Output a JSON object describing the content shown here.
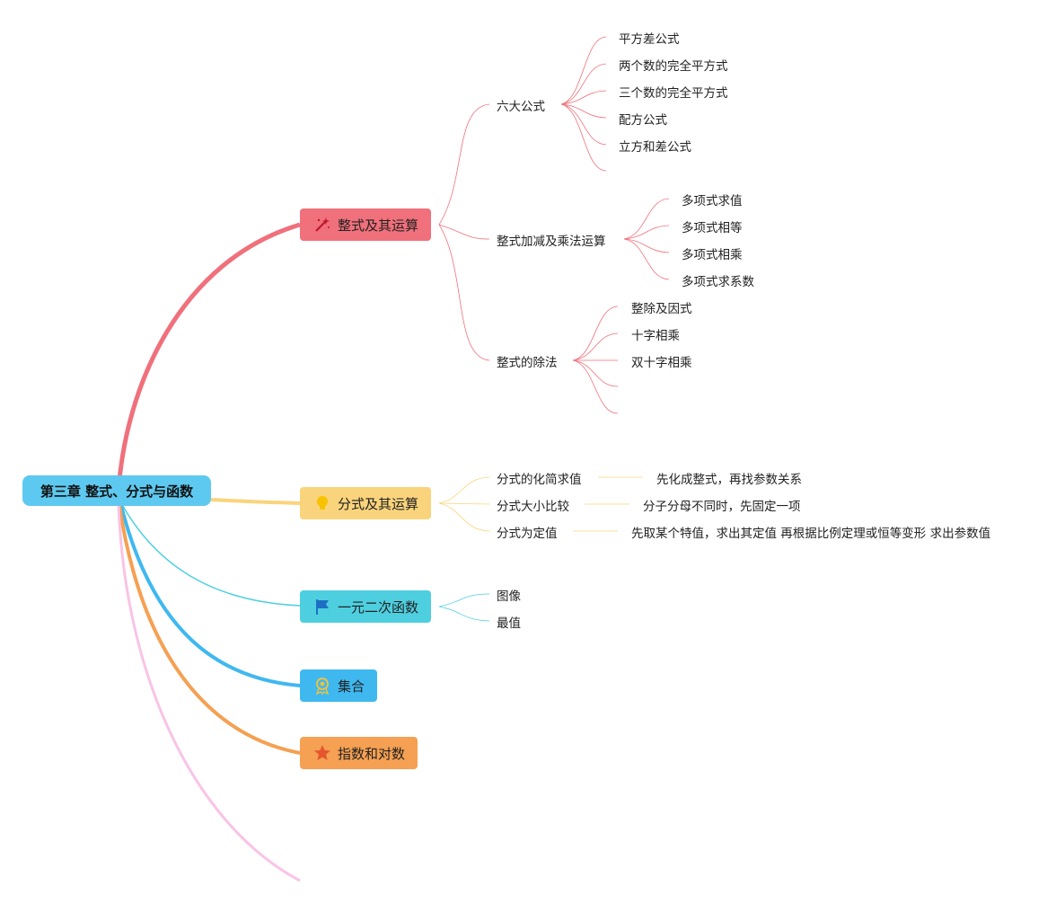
{
  "root": {
    "label": "第三章 整式、分式与函数"
  },
  "branches": [
    {
      "label": "整式及其运算",
      "icon": "magic-wand-icon",
      "color": "#f0707b",
      "children": [
        {
          "label": "六大公式",
          "children": [
            "平方差公式",
            "两个数的完全平方式",
            "三个数的完全平方式",
            "配方公式",
            "立方和差公式",
            ""
          ]
        },
        {
          "label": "整式加减及乘法运算",
          "children": [
            "多项式求值",
            "多项式相等",
            "多项式相乘",
            "多项式求系数"
          ]
        },
        {
          "label": "整式的除法",
          "children": [
            "整除及因式",
            "十字相乘",
            "双十字相乘",
            "",
            ""
          ]
        }
      ]
    },
    {
      "label": "分式及其运算",
      "icon": "lightbulb-icon",
      "color": "#fad47c",
      "children": [
        {
          "label": "分式的化简求值",
          "note": "先化成整式，再找参数关系"
        },
        {
          "label": "分式大小比较",
          "note": "分子分母不同时，先固定一项"
        },
        {
          "label": "分式为定值",
          "note": "先取某个特值，求出其定值 再根据比例定理或恒等变形 求出参数值"
        }
      ]
    },
    {
      "label": "一元二次函数",
      "icon": "flag-icon",
      "color": "#4ecfe0",
      "children": [
        {
          "label": "图像"
        },
        {
          "label": "最值"
        }
      ]
    },
    {
      "label": "集合",
      "icon": "medal-icon",
      "color": "#3fb8f0",
      "children": []
    },
    {
      "label": "指数和对数",
      "icon": "star-icon",
      "color": "#f5a052",
      "children": []
    },
    {
      "label": "",
      "icon": "",
      "color": "#f9c3e6",
      "children": []
    }
  ]
}
